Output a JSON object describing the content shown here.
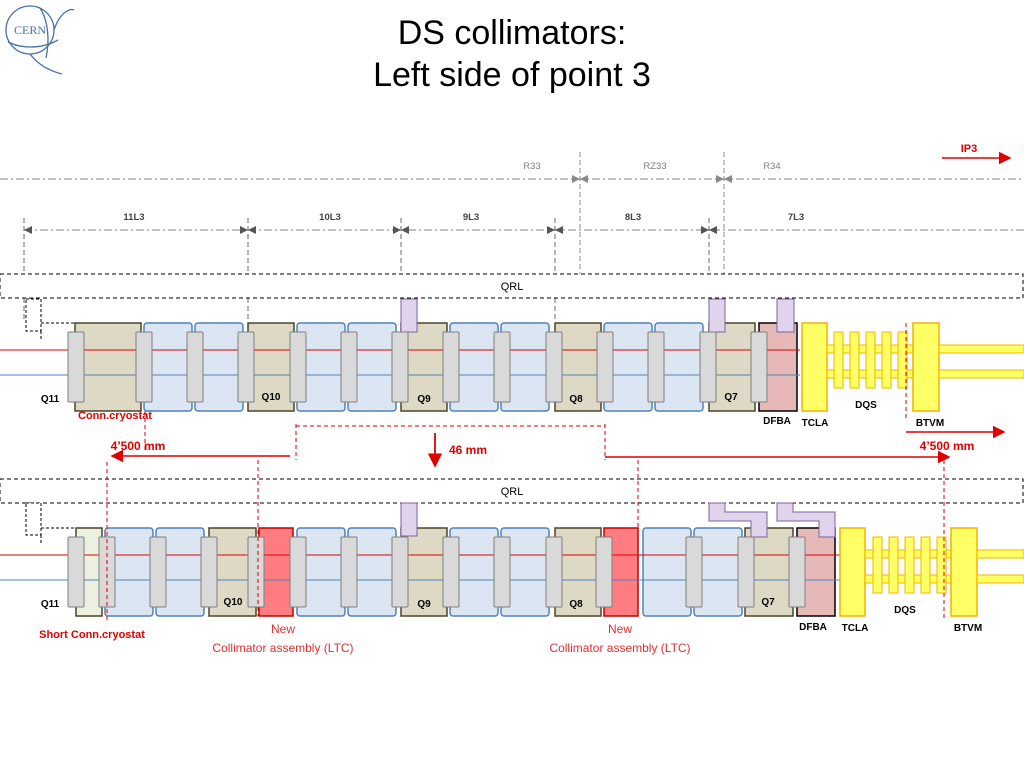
{
  "title": {
    "line1": "DS collimators:",
    "line2": "Left side of point 3"
  },
  "logo_text": "CERN",
  "zones": [
    "R33",
    "RZ33",
    "R34"
  ],
  "direction_label": "IP3",
  "cells": [
    "11L3",
    "10L3",
    "9L3",
    "8L3",
    "7L3"
  ],
  "qrl_label": "QRL",
  "top_row": {
    "quads": [
      "Q11",
      "Q10",
      "Q9",
      "Q8",
      "Q7"
    ],
    "dfba": "DFBA",
    "tcla": "TCLA",
    "dqs": "DQS",
    "btvm": "BTVM",
    "conn_label": "Conn.cryostat",
    "left_distance": "4’500 mm",
    "right_distance": "4’500 mm",
    "shift": "46 mm"
  },
  "bottom_row": {
    "quads": [
      "Q11",
      "Q10",
      "Q9",
      "Q8",
      "Q7"
    ],
    "dfba": "DFBA",
    "tcla": "TCLA",
    "dqs": "DQS",
    "btvm": "BTVM",
    "conn_label": "Short Conn.cryostat",
    "new_left": {
      "line1": "New",
      "line2": "Collimator assembly (LTC)"
    },
    "new_right": {
      "line1": "New",
      "line2": "Collimator assembly (LTC)"
    }
  },
  "colors": {
    "dipole_fill": "#dce6f2",
    "dipole_stroke": "#4f81bd",
    "quad_fill": "#ddd9c4",
    "quad_stroke": "#4a452a",
    "conn_fill": "#ebf1de",
    "collimator_fill": "#ff7c80",
    "dfba_fill": "#e6b9b8",
    "warm_fill": "#ffff66",
    "warm_stroke": "#f0b400",
    "purple_fill": "#e0d4ec",
    "purple_stroke": "#7f60a0",
    "beam_red": "#e00000",
    "beam_blue": "#4f81bd"
  }
}
